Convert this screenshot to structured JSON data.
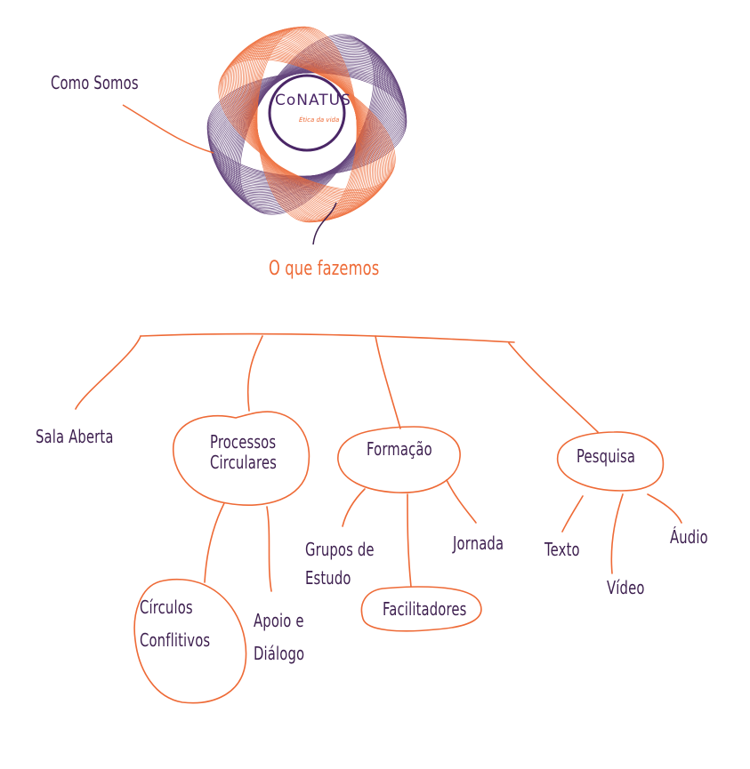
{
  "logo": {
    "title": "CoNATUS",
    "subtitle": "Ética da vida"
  },
  "labels": {
    "como_somos": "Como Somos",
    "o_que_fazemos": "O que fazemos",
    "sala_aberta": "Sala Aberta",
    "processos_line1": "Processos",
    "processos_line2": "Circulares",
    "formacao": "Formação",
    "pesquisa": "Pesquisa",
    "grupos_line1": "Grupos de",
    "grupos_line2": "Estudo",
    "jornada": "Jornada",
    "facilitadores": "Facilitadores",
    "circulos_line1": "Círculos",
    "circulos_line2": "Conflitivos",
    "apoio_line1": "Apoio e",
    "apoio_line2": "Diálogo",
    "texto": "Texto",
    "video": "Vídeo",
    "audio": "Áudio"
  },
  "colors": {
    "orange": "#ee6a36",
    "purple": "#3d1f4f"
  }
}
